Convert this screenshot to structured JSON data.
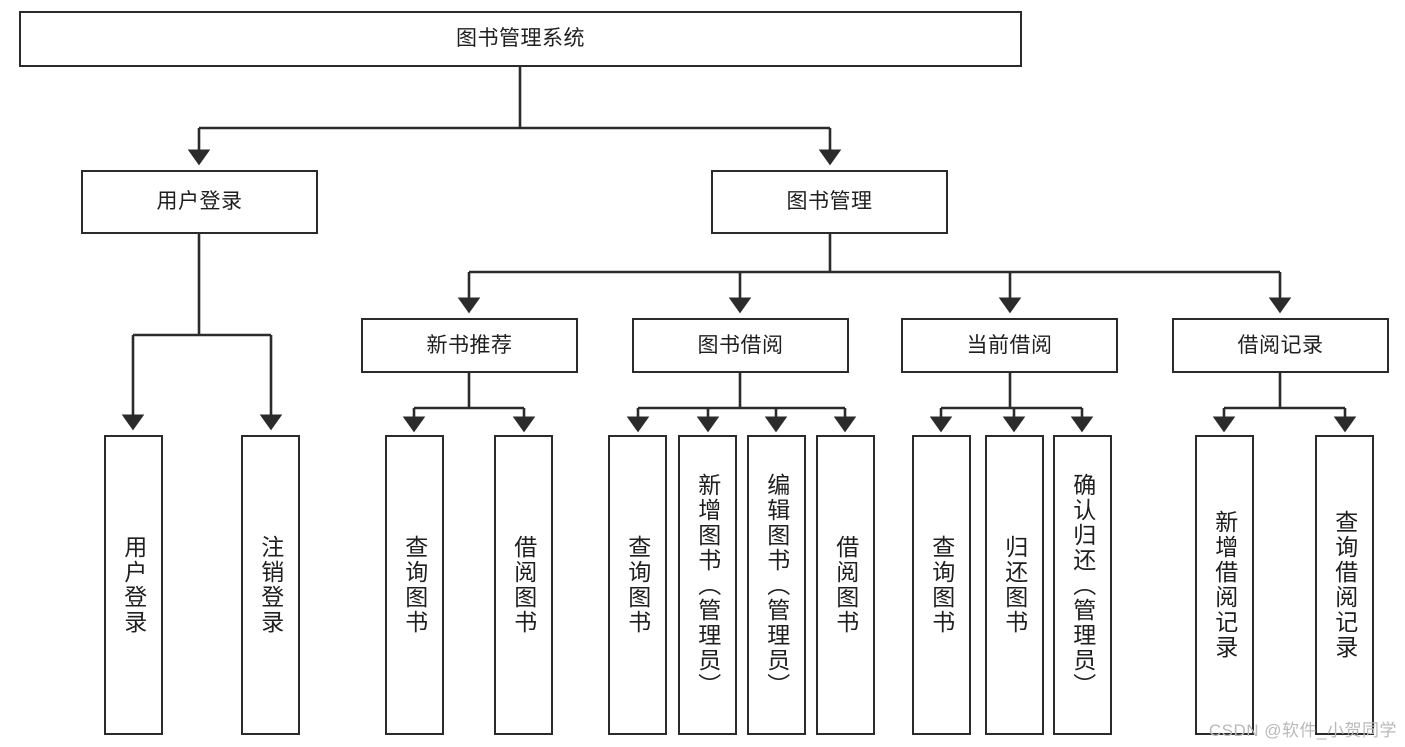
{
  "diagram": {
    "title": "图书管理系统",
    "watermark": "CSDN @软件_小贺同学",
    "colors": {
      "background": "#ffffff",
      "stroke": "#2b2b2b",
      "text": "#1f1f1f",
      "watermark": "#b9b9b9"
    },
    "root": {
      "label": "图书管理系统"
    },
    "level2": [
      {
        "label": "用户登录"
      },
      {
        "label": "图书管理"
      }
    ],
    "level3": [
      {
        "label": "新书推荐"
      },
      {
        "label": "图书借阅"
      },
      {
        "label": "当前借阅"
      },
      {
        "label": "借阅记录"
      }
    ],
    "leaves": {
      "user_login": [
        {
          "label": "用户登录"
        },
        {
          "label": "注销登录"
        }
      ],
      "new_book_recommend": [
        {
          "label": "查询图书"
        },
        {
          "label": "借阅图书"
        }
      ],
      "book_borrow": [
        {
          "label": "查询图书"
        },
        {
          "label": "新增图书（管理员）"
        },
        {
          "label": "编辑图书（管理员）"
        },
        {
          "label": "借阅图书"
        }
      ],
      "current_borrow": [
        {
          "label": "查询图书"
        },
        {
          "label": "归还图书"
        },
        {
          "label": "确认归还（管理员）"
        }
      ],
      "borrow_record": [
        {
          "label": "新增借阅记录"
        },
        {
          "label": "查询借阅记录"
        }
      ]
    }
  }
}
